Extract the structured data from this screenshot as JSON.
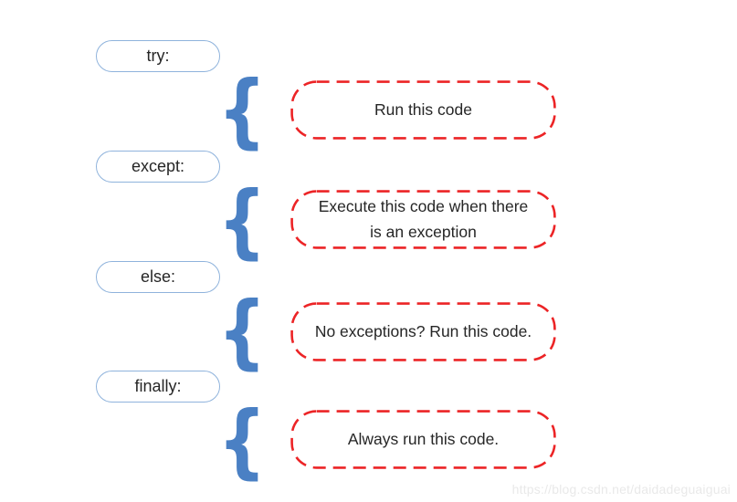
{
  "diagram": {
    "title_hint": "Python try / except / else / finally flow",
    "brace_glyph": "{",
    "rows": [
      {
        "keyword": "try:",
        "description": "Run this code"
      },
      {
        "keyword": "except:",
        "description": "Execute this code when there is an exception"
      },
      {
        "keyword": "else:",
        "description": "No exceptions? Run this code."
      },
      {
        "keyword": "finally:",
        "description": "Always run this code."
      }
    ],
    "colors": {
      "pill_border": "#8fb3dc",
      "brace": "#4a80c4",
      "box_border": "#ec2426",
      "text": "#262626",
      "watermark": "#e9e9e9"
    }
  },
  "watermark": "https://blog.csdn.net/daidadeguaiguai"
}
